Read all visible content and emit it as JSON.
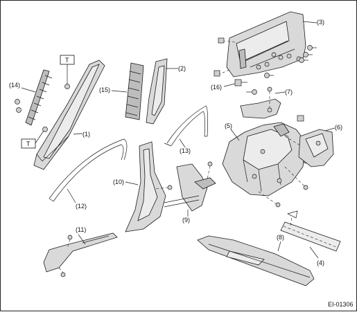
{
  "callouts": {
    "c1": "(1)",
    "c2": "(2)",
    "c3": "(3)",
    "c4": "(4)",
    "c5": "(5)",
    "c6": "(6)",
    "c7": "(7)",
    "c8": "(8)",
    "c9": "(9)",
    "c10": "(10)",
    "c11": "(11)",
    "c12": "(12)",
    "c13": "(13)",
    "c14": "(14)",
    "c15": "(15)",
    "c16": "(16)"
  },
  "torque_marks": {
    "upper": "T",
    "lower": "T"
  },
  "figure_code": "EI-01306"
}
